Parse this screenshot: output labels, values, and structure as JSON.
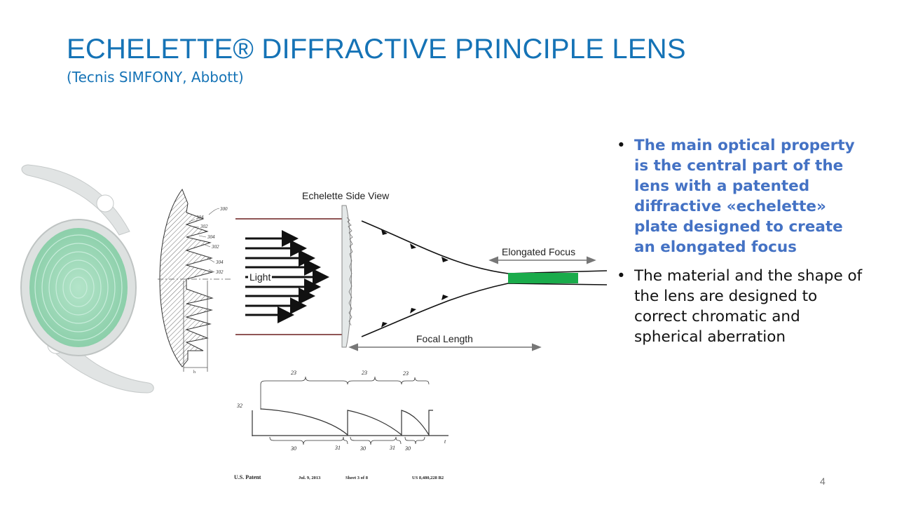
{
  "slide": {
    "title": "ECHELETTE® DIFFRACTIVE PRINCIPLE LENS",
    "subtitle": "(Tecnis SIMFONY, Abbott)",
    "page_number": "4"
  },
  "bullets": [
    " The main optical property is the central part of the lens with a patented diffractive «echelette» plate designed to create an elongated focus",
    "The material and the shape of the lens are designed to correct chromatic and spherical aberration"
  ],
  "bullet_symbol": "•",
  "diagram": {
    "side_view_label": "Echelette Side View",
    "light_label": "Light",
    "elongated_focus_label": "Elongated Focus",
    "focal_length_label": "Focal Length",
    "cross_section_refs": [
      "300",
      "304",
      "302",
      "304",
      "302",
      "304",
      "302"
    ],
    "cross_section_h": "h",
    "profile_ref_32": "32",
    "profile_ref_t": "t",
    "profile_top_refs": [
      "23",
      "23",
      "23"
    ],
    "profile_bottom_refs": [
      "30",
      "31",
      "30",
      "31",
      "30"
    ],
    "patent": {
      "label": "U.S. Patent",
      "date": "Jul. 9, 2013",
      "sheet": "Sheet 3 of 8",
      "number": "US 8,480,228 B2"
    }
  },
  "colors": {
    "title": "#1573b6",
    "bullet_emphasis": "#4472c4",
    "focus_green": "#1aab4b",
    "lens_green": "#9ad8b7"
  }
}
